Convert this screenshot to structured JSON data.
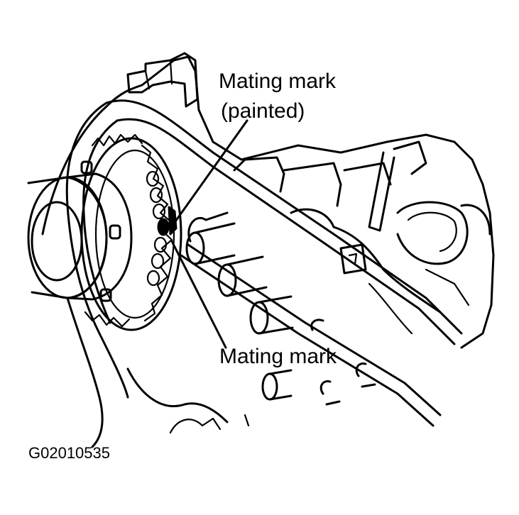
{
  "labels": {
    "mating_mark_painted_line1": "Mating mark",
    "mating_mark_painted_line2": "(painted)",
    "mating_mark_bottom": "Mating mark"
  },
  "figure_code": "G02010535"
}
